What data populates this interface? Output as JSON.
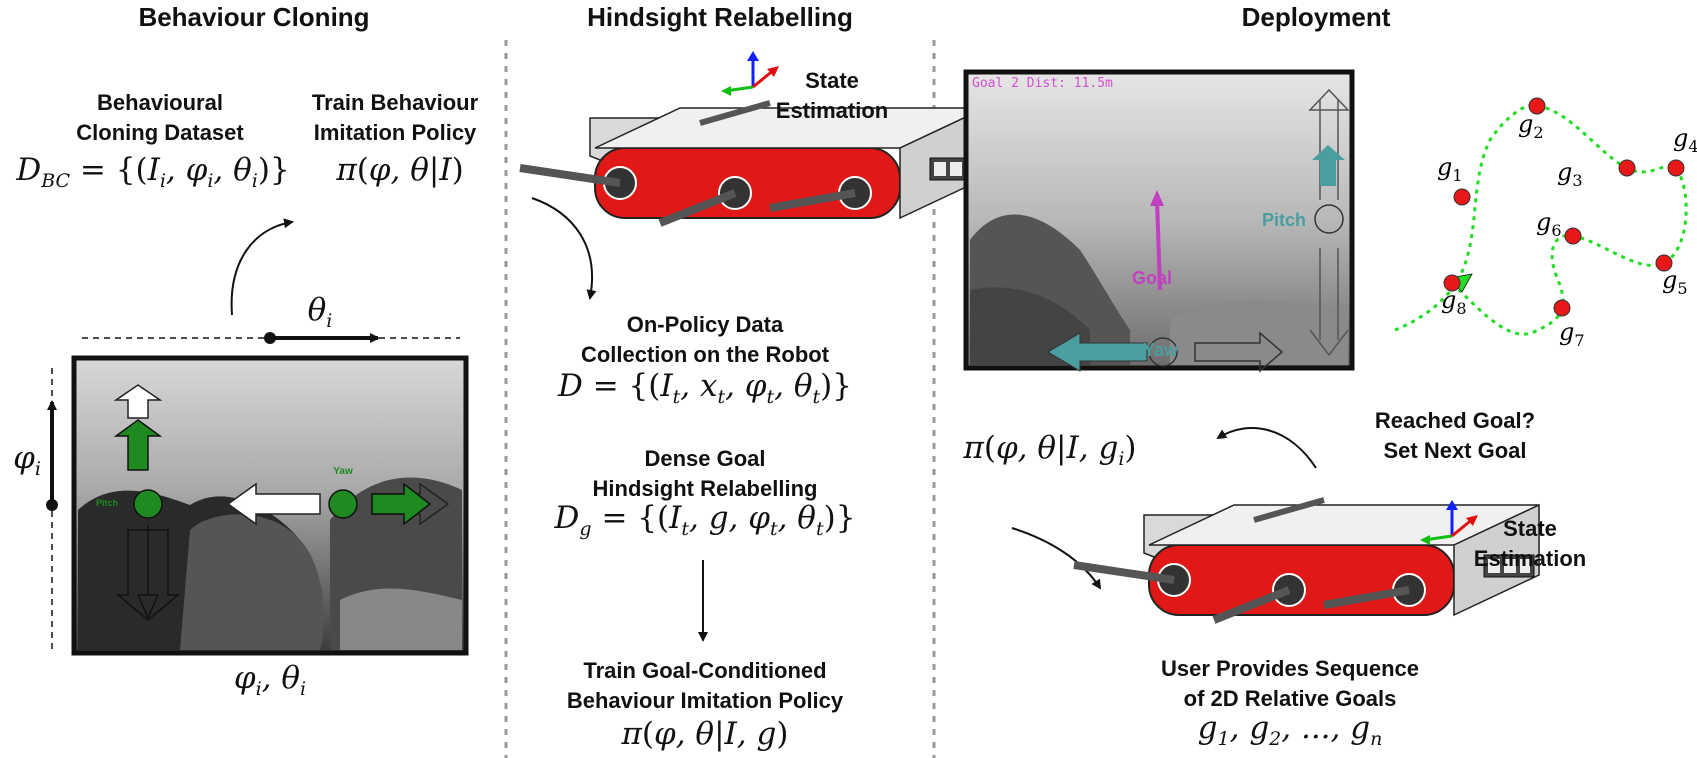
{
  "headers": {
    "bc": "Behaviour Cloning",
    "hr": "Hindsight Relabelling",
    "dep": "Deployment"
  },
  "bc": {
    "dataset_label_1": "Behavioural",
    "dataset_label_2": "Cloning Dataset",
    "dataset_math": "D_BC = {(I_i, φ_i, θ_i)}",
    "train_label_1": "Train Behaviour",
    "train_label_2": "Imitation Policy",
    "policy_math": "π(φ, θ|I)",
    "theta_label": "θ_i",
    "phi_label": "φ_i",
    "bottom_math": "φ_i, θ_i",
    "image_overlay": {
      "yaw": "Yaw",
      "pitch": "Pitch"
    }
  },
  "hr": {
    "state_1": "State",
    "state_2": "Estimation",
    "collect_1": "On-Policy Data",
    "collect_2": "Collection on the Robot",
    "collect_math": "D = {(I_t, x_t, φ_t, θ_t)}",
    "dense_1": "Dense Goal",
    "dense_2": "Hindsight Relabelling",
    "dense_math": "D_g = {(I_t, g, φ_t, θ_t)}",
    "train_1": "Train Goal-Conditioned",
    "train_2": "Behaviour Imitation Policy",
    "train_math": "π(φ, θ|I, g)"
  },
  "dep": {
    "screen": {
      "status": "Goal 2 Dist: 11.5m",
      "goal": "Goal",
      "pitch": "Pitch",
      "yaw": "Yaw"
    },
    "policy_math": "π(φ, θ|I, g_i)",
    "reached_1": "Reached Goal?",
    "reached_2": "Set Next Goal",
    "state_1": "State",
    "state_2": "Estimation",
    "user_1": "User Provides Sequence",
    "user_2": "of 2D Relative Goals",
    "goals_math": "g_1, g_2, ..., g_n",
    "goals": [
      "g1",
      "g2",
      "g3",
      "g4",
      "g5",
      "g6",
      "g7",
      "g8"
    ],
    "path_color": "#22dd22",
    "goal_color": "#e81818"
  }
}
